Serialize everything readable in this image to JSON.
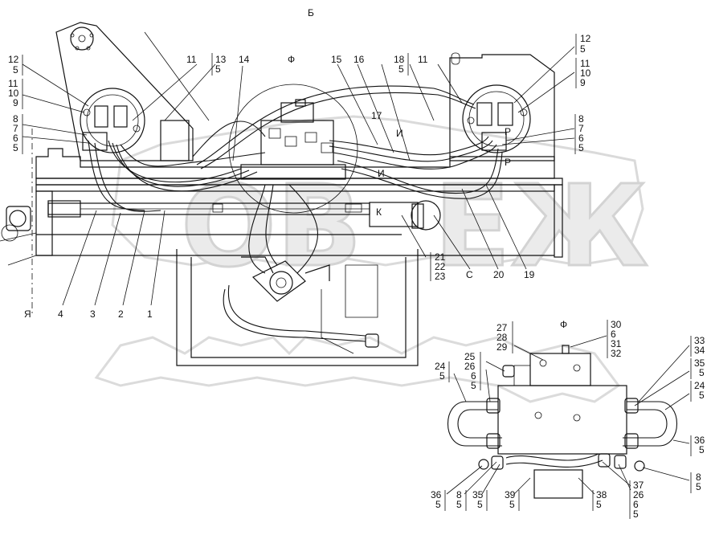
{
  "watermark": "ОВ",
  "views": {
    "main_top": "Б",
    "section_main": "Ф",
    "detail_title": "Ф",
    "left_marker": "Я",
    "letter_I_1": "И",
    "letter_I_2": "И",
    "letter_K": "К",
    "letter_C": "С",
    "letter_P_1": "Р",
    "letter_P_2": "Р"
  },
  "labels": {
    "l12_5_left": [
      "12",
      "5"
    ],
    "l11_10_9_left": [
      "11",
      "10",
      "9"
    ],
    "l8_7_6_5_left": [
      "8",
      "7",
      "6",
      "5"
    ],
    "l11_a": "11",
    "l13_5": [
      "13",
      "5"
    ],
    "l14": "14",
    "l15": "15",
    "l16": "16",
    "l18_5": [
      "18",
      "5"
    ],
    "l11_b": "11",
    "l12_5_right": [
      "12",
      "5"
    ],
    "l11_10_9_right": [
      "11",
      "10",
      "9"
    ],
    "l8_7_6_5_right": [
      "8",
      "7",
      "6",
      "5"
    ],
    "l17": "17",
    "l4": "4",
    "l3": "3",
    "l2": "2",
    "l1": "1",
    "l21_22_23": [
      "21",
      "22",
      "23"
    ],
    "l20": "20",
    "l19": "19"
  },
  "detail_labels": {
    "d27_28_29": [
      "27",
      "28",
      "29"
    ],
    "d30_6_31_32": [
      "30",
      "6",
      "31",
      "32"
    ],
    "d25_26_6_5": [
      "25",
      "26",
      "6",
      "5"
    ],
    "d24_5_left": [
      "24",
      "5"
    ],
    "d33_34": [
      "33",
      "34"
    ],
    "d35_5_right": [
      "35",
      "5"
    ],
    "d24_5_right": [
      "24",
      "5"
    ],
    "d36_5_right": [
      "36",
      "5"
    ],
    "d8_5_right": [
      "8",
      "5"
    ],
    "d36_5_bottom": [
      "36",
      "5"
    ],
    "d8_5_bottom": [
      "8",
      "5"
    ],
    "d35_5_bottom": [
      "35",
      "5"
    ],
    "d39_5": [
      "39",
      "5"
    ],
    "d38_5": [
      "38",
      "5"
    ],
    "d37_26_6_5": [
      "37",
      "26",
      "6",
      "5"
    ]
  }
}
